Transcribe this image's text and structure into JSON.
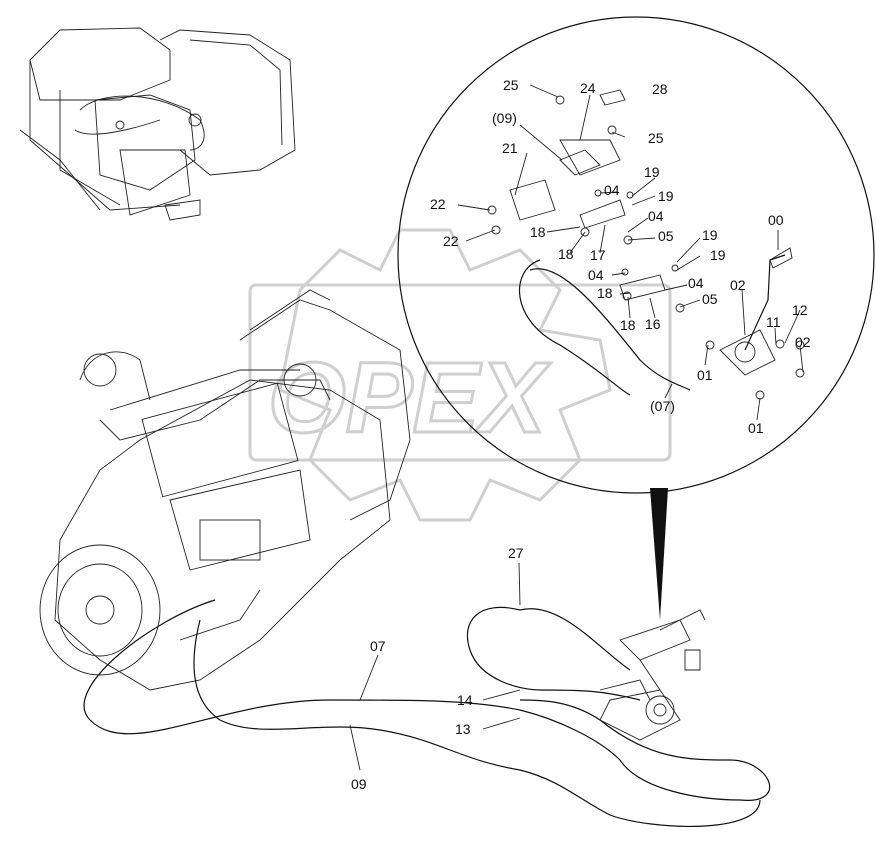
{
  "watermark": {
    "text": "OPEX"
  },
  "labels": {
    "p25a": "25",
    "p24": "24",
    "p28": "28",
    "p09a": "(09)",
    "p25b": "25",
    "p21": "21",
    "p19a": "19",
    "p04a": "04",
    "p19b": "19",
    "p22a": "22",
    "p04b": "04",
    "p18a": "18",
    "p05a": "05",
    "p22b": "22",
    "p18b": "18",
    "p17": "17",
    "p00": "00",
    "p19c": "19",
    "p19d": "19",
    "p04c": "04",
    "p04d": "04",
    "p02a": "02",
    "p18c": "18",
    "p05b": "05",
    "p18d": "18",
    "p16": "16",
    "p11": "11",
    "p12": "12",
    "p02b": "02",
    "p01a": "01",
    "p07a": "(07)",
    "p01b": "01",
    "p27": "27",
    "p07b": "07",
    "p14": "14",
    "p13": "13",
    "p09b": "09"
  }
}
